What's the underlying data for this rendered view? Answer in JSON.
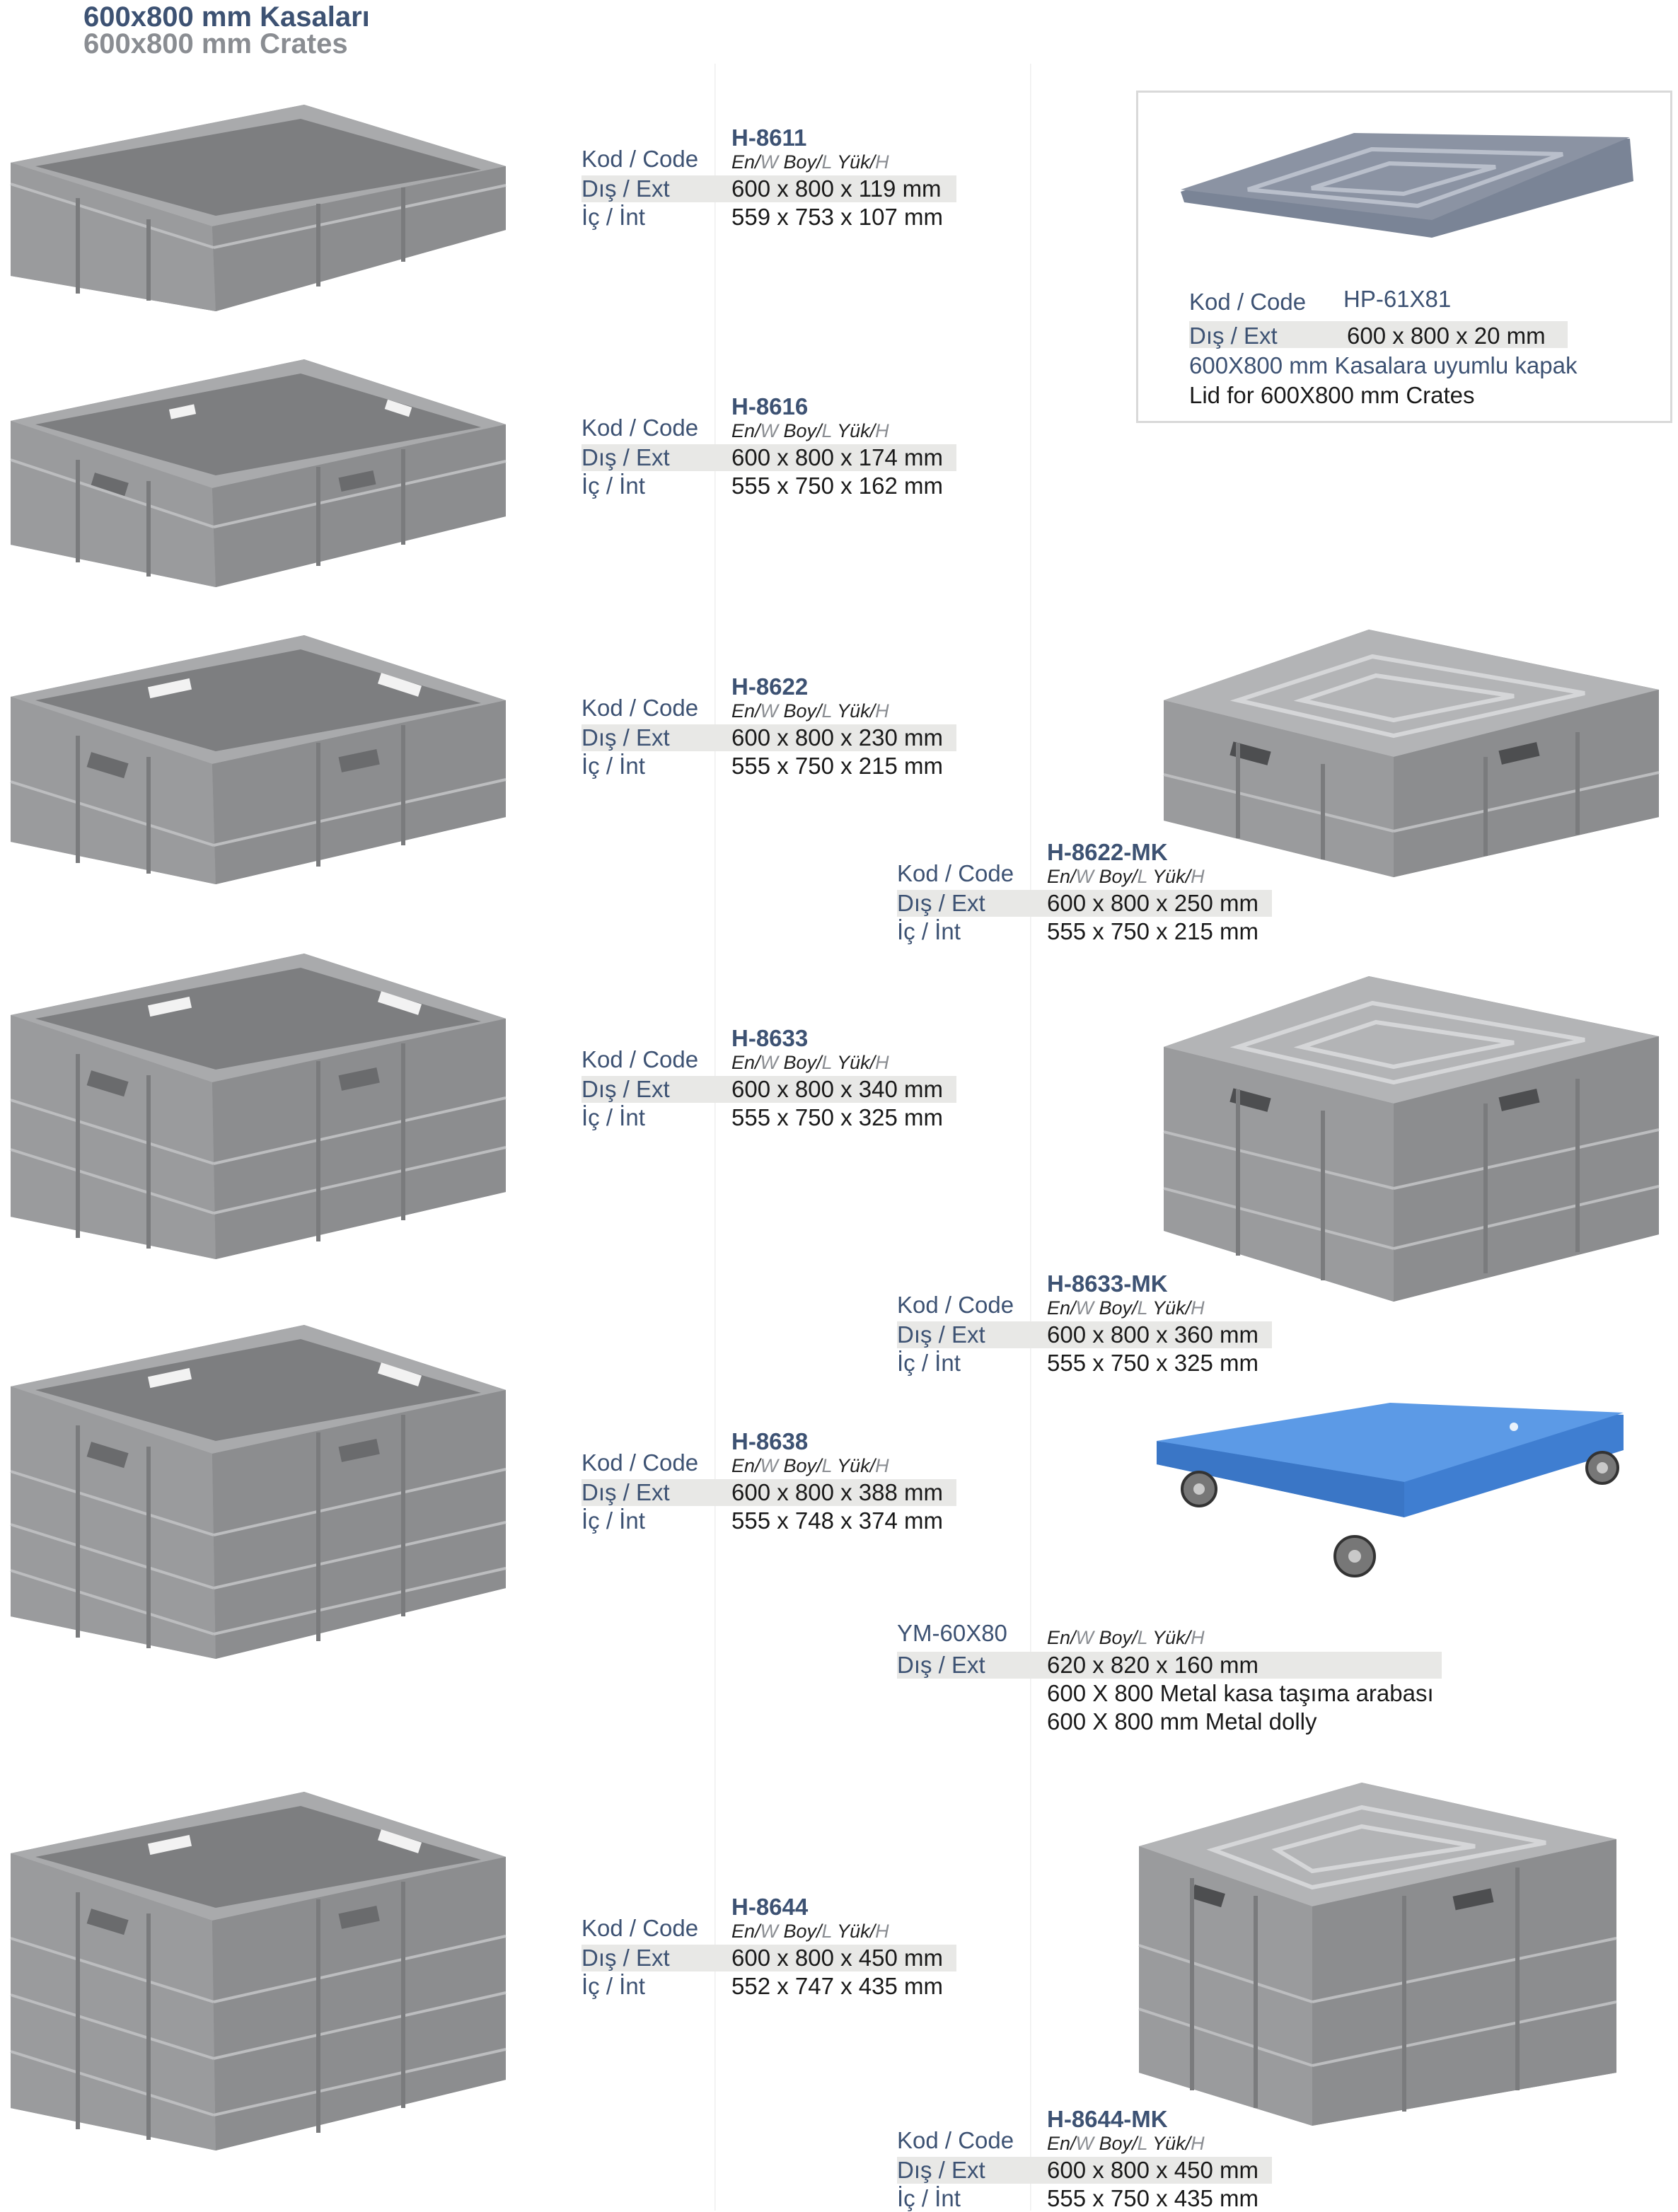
{
  "header": {
    "title_tr": "600x800 mm Kasaları",
    "title_en": "600x800 mm Crates"
  },
  "labels": {
    "code": "Kod / Code",
    "ext": "Dış / Ext",
    "int": "İç   / İnt",
    "dim_en": "En/",
    "dim_w": "W",
    "dim_boy": " Boy/",
    "dim_l": "L",
    "dim_yuk": "  Yük/",
    "dim_h": "H"
  },
  "colors": {
    "navy": "#3d5273",
    "grey_text": "#8a8d92",
    "row_bar": "#e8e8e6",
    "crate_grey": "#9a9b9d",
    "dolly_blue": "#4a8fe0"
  },
  "products": [
    {
      "code": "H-8611",
      "ext": "600 x 800 x 119 mm",
      "int": "559 x 753 x 107 mm",
      "icon": "crate-shallow-icon"
    },
    {
      "code": "H-8616",
      "ext": "600 x 800 x 174 mm",
      "int": "555 x 750 x 162 mm",
      "icon": "crate-handles-icon"
    },
    {
      "code": "H-8622",
      "ext": "600 x 800 x 230 mm",
      "int": "555 x 750 x 215 mm",
      "icon": "crate-medium-icon"
    },
    {
      "code": "H-8622-MK",
      "ext": "600 x 800 x 250 mm",
      "int": "555 x 750 x 215 mm",
      "icon": "crate-lidded-icon"
    },
    {
      "code": "H-8633",
      "ext": "600 x 800 x 340 mm",
      "int": "555 x 750 x 325 mm",
      "icon": "crate-tall-icon"
    },
    {
      "code": "H-8633-MK",
      "ext": "600 x 800 x 360 mm",
      "int": "555 x 750 x 325 mm",
      "icon": "crate-lidded-icon"
    },
    {
      "code": "H-8638",
      "ext": "600 x 800 x 388 mm",
      "int": "555 x 748 x 374 mm",
      "icon": "crate-tall-icon"
    },
    {
      "code": "H-8644",
      "ext": "600 x 800 x 450 mm",
      "int": "552 x 747 x 435 mm",
      "icon": "crate-tallest-icon"
    },
    {
      "code": "H-8644-MK",
      "ext": "600 x 800 x 450 mm",
      "int": "555 x 750 x 435 mm",
      "icon": "crate-lidded-icon"
    }
  ],
  "lid": {
    "code": "HP-61X81",
    "ext": "600 x 800 x 20 mm",
    "desc_tr": "600X800 mm Kasalara uyumlu kapak",
    "desc_en": "Lid for 600X800 mm Crates",
    "icon": "lid-icon"
  },
  "dolly": {
    "code": "YM-60X80",
    "ext": "620 x 820 x 160 mm",
    "desc_tr": "600 X 800 Metal kasa taşıma arabası",
    "desc_en": "600 X 800 mm Metal dolly",
    "icon": "dolly-icon"
  }
}
